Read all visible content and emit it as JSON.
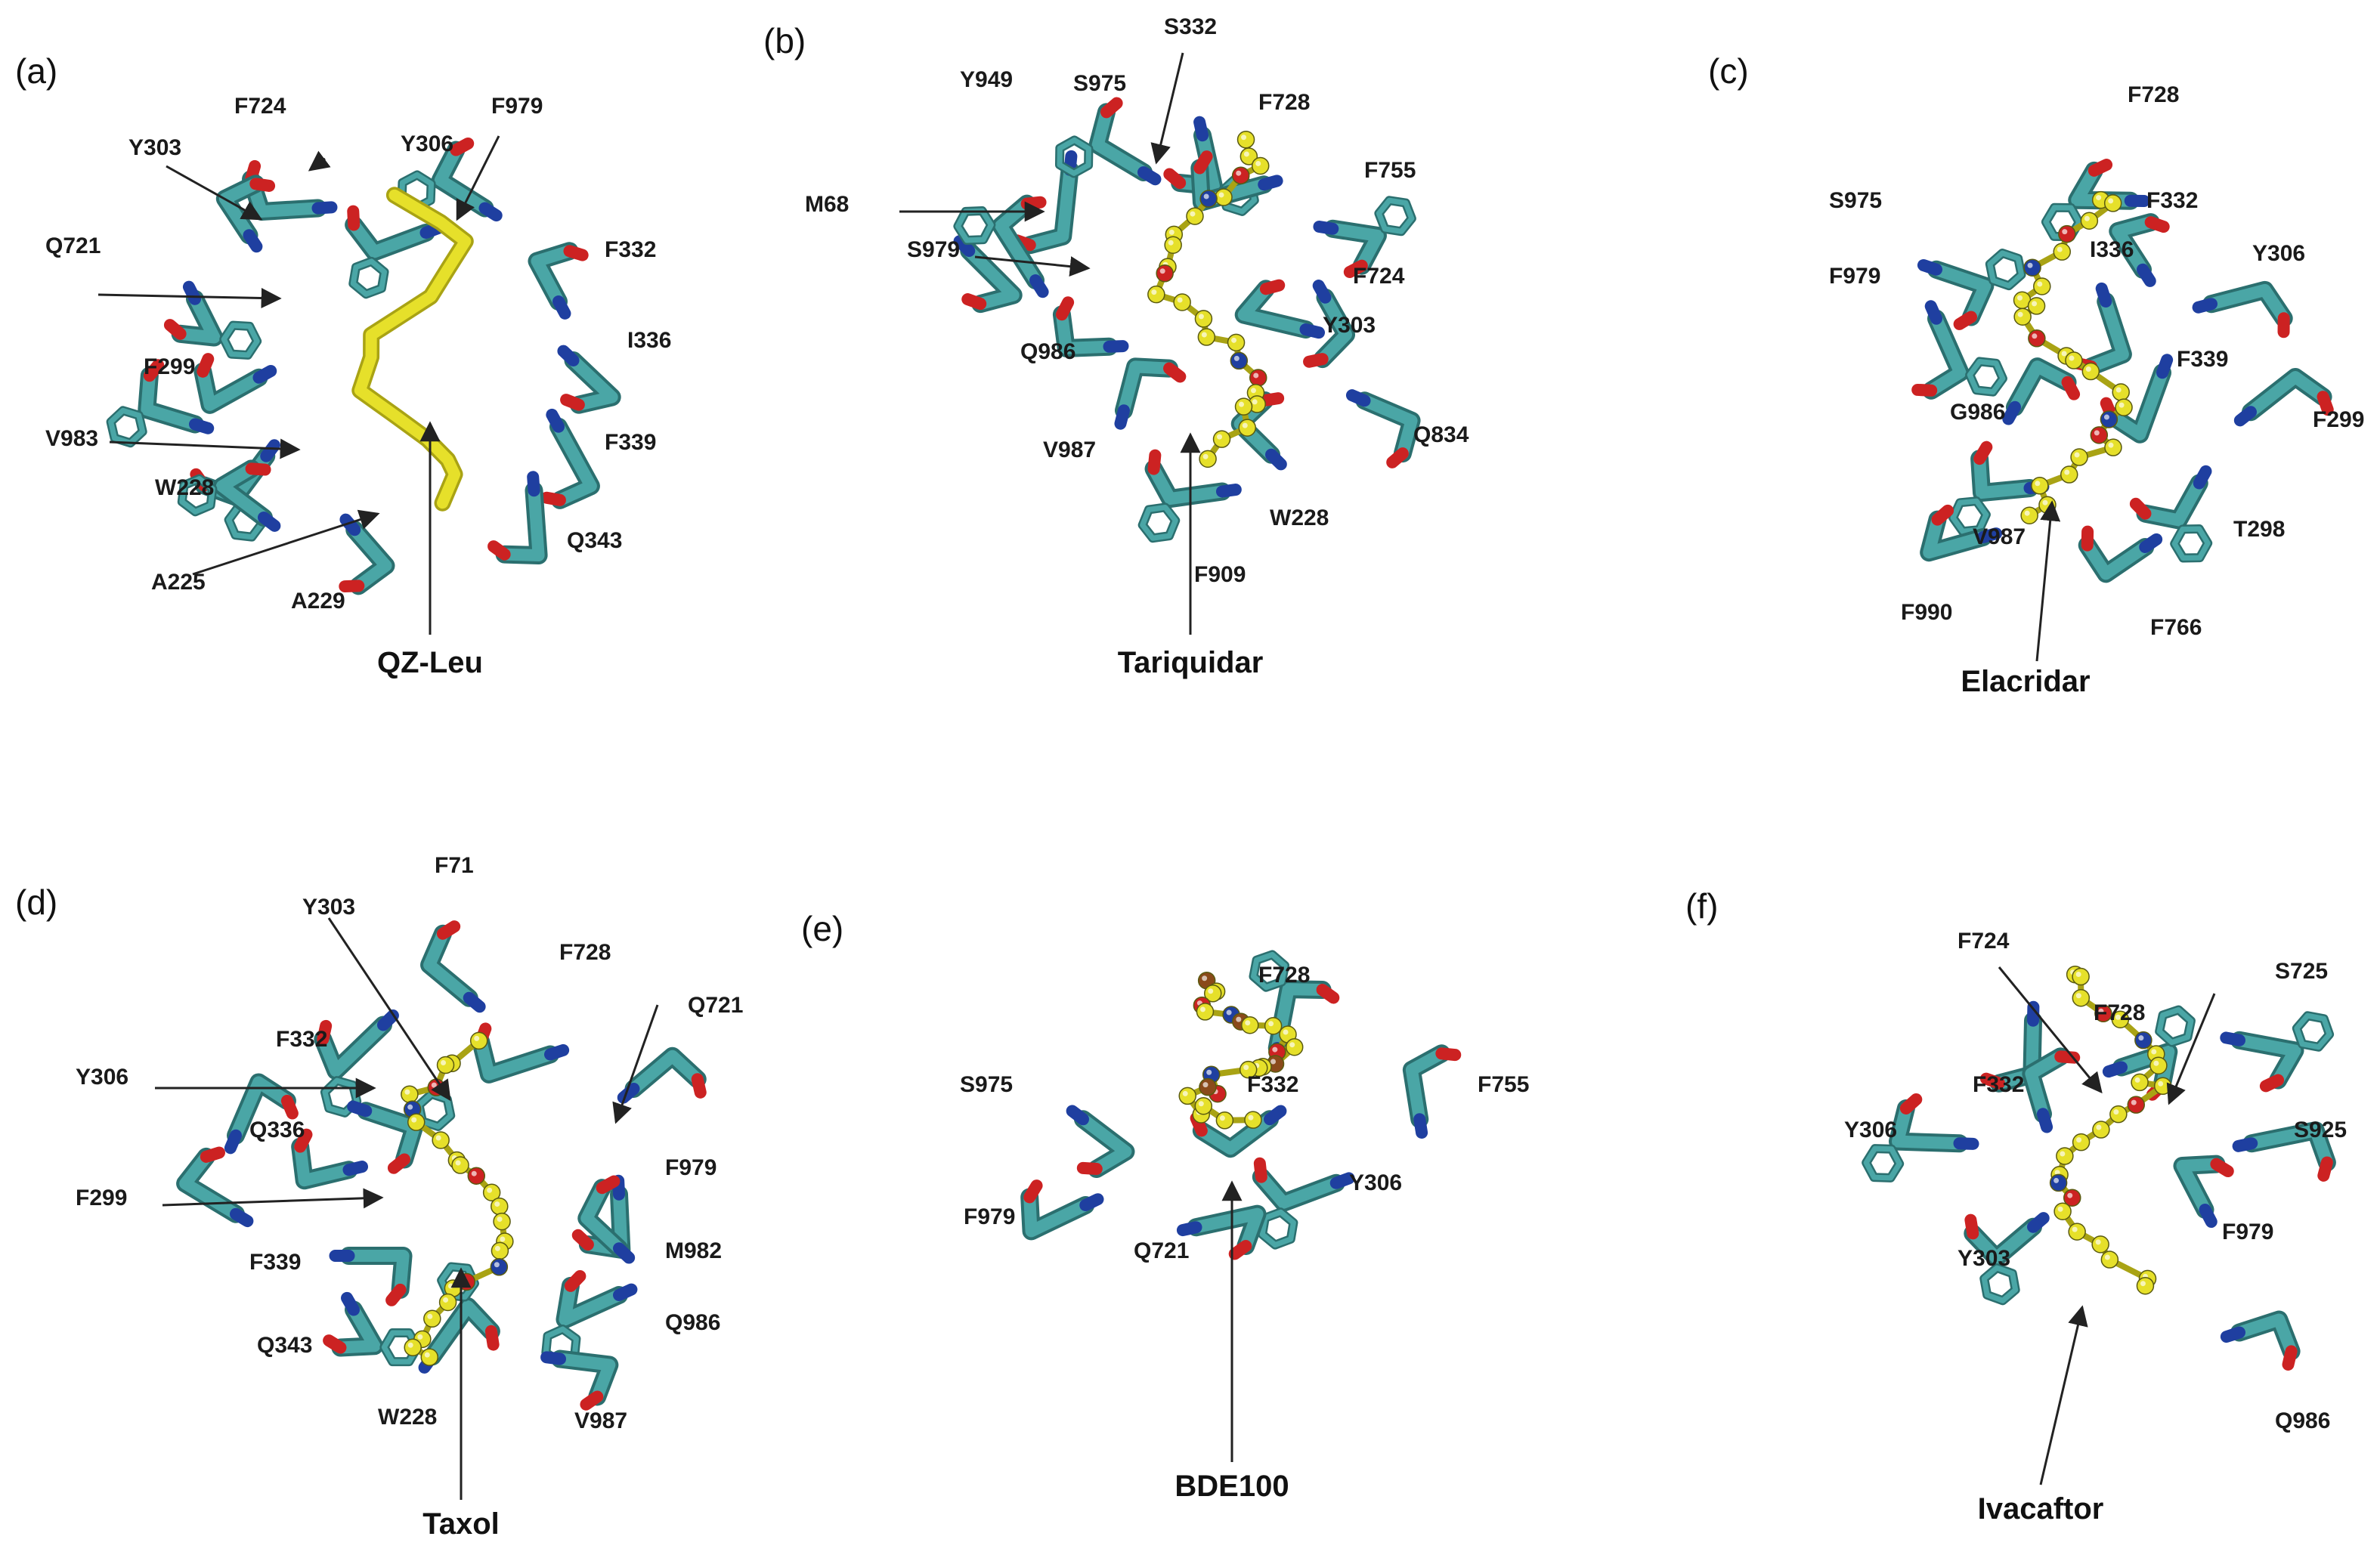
{
  "colors": {
    "protein_carbon": "#4aa6a6",
    "protein_carbon_dark": "#2b6f6f",
    "oxygen": "#cc2222",
    "nitrogen": "#1f3fa0",
    "ligand": "#e6e02a",
    "ligand_dark": "#a9a314",
    "bromine": "#8a4a1a",
    "arrow": "#222222"
  },
  "panels": [
    {
      "panel_label": "(a)",
      "ligand_name": "QZ-Leu",
      "ligand_style": "sticks",
      "residue_labels": [
        "F724",
        "Y306",
        "F979",
        "Y303",
        "F332",
        "Q721",
        "I336",
        "F299",
        "F339",
        "V983",
        "W228",
        "Q343",
        "A225",
        "A229"
      ]
    },
    {
      "panel_label": "(b)",
      "ligand_name": "Tariquidar",
      "ligand_style": "ball-and-stick",
      "residue_labels": [
        "S332",
        "Y949",
        "S975",
        "F728",
        "M68",
        "F755",
        "S979",
        "F724",
        "Y303",
        "Q986",
        "Q834",
        "V987",
        "W228",
        "F909"
      ]
    },
    {
      "panel_label": "(c)",
      "ligand_name": "Elacridar",
      "ligand_style": "ball-and-stick",
      "residue_labels": [
        "F728",
        "S975",
        "F332",
        "I336",
        "Y306",
        "F979",
        "F339",
        "G986",
        "F299",
        "V987",
        "T298",
        "F990",
        "F766"
      ]
    },
    {
      "panel_label": "(d)",
      "ligand_name": "Taxol",
      "ligand_style": "ball-and-stick",
      "residue_labels": [
        "F71",
        "Y303",
        "F728",
        "Q721",
        "F332",
        "Y306",
        "Q336",
        "F979",
        "F299",
        "F339",
        "M982",
        "Q986",
        "Q343",
        "W228",
        "V987"
      ]
    },
    {
      "panel_label": "(e)",
      "ligand_name": "BDE100",
      "ligand_style": "ball-and-stick",
      "residue_labels": [
        "F728",
        "S975",
        "F332",
        "F755",
        "Y306",
        "F979",
        "Q721"
      ]
    },
    {
      "panel_label": "(f)",
      "ligand_name": "Ivacaftor",
      "ligand_style": "ball-and-stick",
      "residue_labels": [
        "F724",
        "S725",
        "F728",
        "F332",
        "Y306",
        "S925",
        "F979",
        "Y303",
        "Q986"
      ]
    }
  ]
}
